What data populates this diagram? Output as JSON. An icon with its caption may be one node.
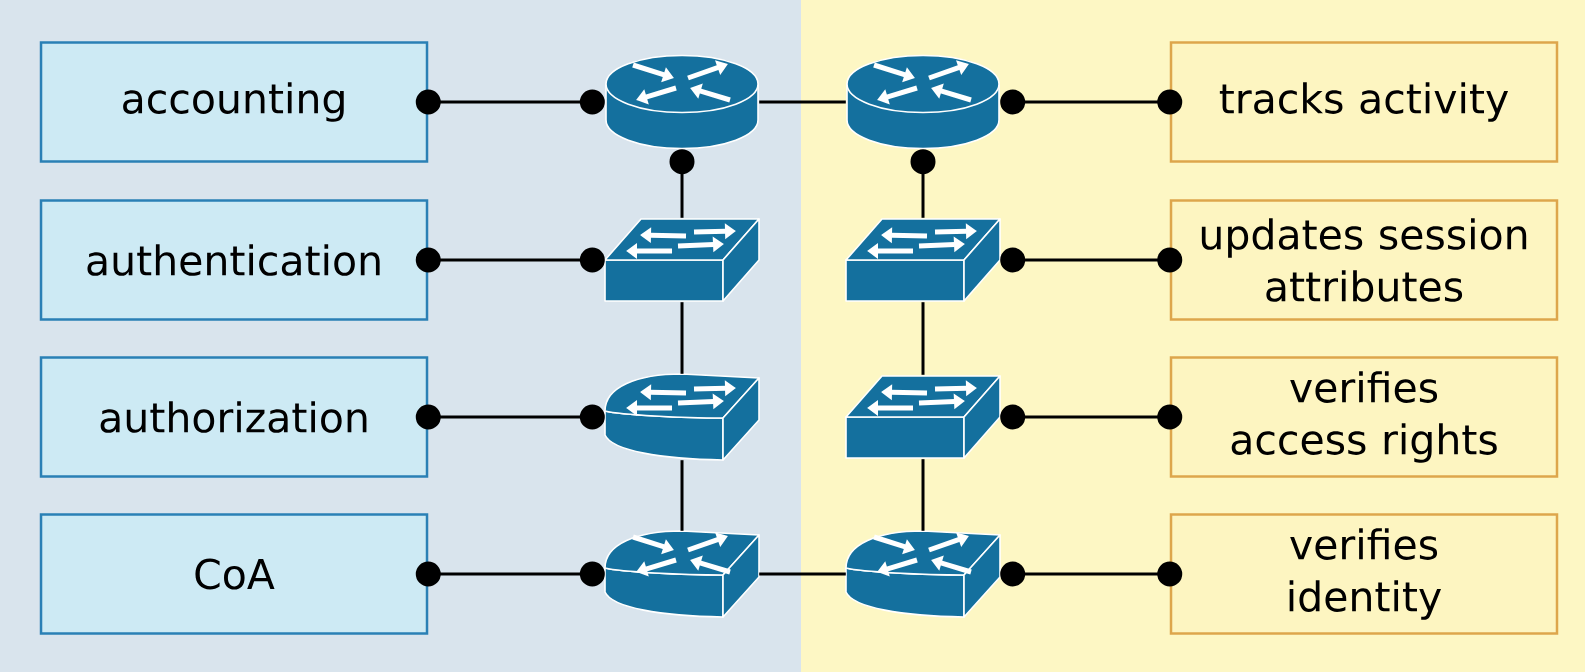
{
  "diagram": {
    "nodes": [
      {
        "text": [
          "accounting"
        ]
      },
      {
        "text": [],
        "shape": "picture"
      },
      {
        "text": [],
        "shape": "picture"
      },
      {
        "text": [
          "tracks activity"
        ]
      },
      {
        "text": [
          "authentication"
        ]
      },
      {
        "text": [],
        "shape": "picture"
      },
      {
        "text": [],
        "shape": "picture"
      },
      {
        "text": [
          "updates session attributes"
        ]
      },
      {
        "text": [
          "authorization"
        ]
      },
      {
        "text": [],
        "shape": "picture"
      },
      {
        "text": [],
        "shape": "picture"
      },
      {
        "text": [
          "verifies access rights"
        ]
      },
      {
        "text": [
          "CoA"
        ]
      },
      {
        "text": [],
        "shape": "picture"
      },
      {
        "text": [],
        "shape": "picture"
      },
      {
        "text": [
          "verifies identity"
        ]
      }
    ],
    "edges": [
      {
        "from": 0,
        "to": 1,
        "arrow": "other"
      },
      {
        "from": 1,
        "to": 2,
        "arrow": "none"
      },
      {
        "from": 2,
        "to": 3,
        "arrow": "other"
      },
      {
        "from": 4,
        "to": 5,
        "arrow": "other"
      },
      {
        "from": 6,
        "to": 7,
        "arrow": "other"
      },
      {
        "from": 8,
        "to": 9,
        "arrow": "other"
      },
      {
        "from": 10,
        "to": 11,
        "arrow": "other"
      },
      {
        "from": 12,
        "to": 13,
        "arrow": "other"
      },
      {
        "from": 13,
        "to": 14,
        "arrow": "none"
      },
      {
        "from": 14,
        "to": 15,
        "arrow": "other"
      },
      {
        "from": 1,
        "to": 5,
        "arrow": "other"
      },
      {
        "from": 5,
        "to": 9,
        "arrow": "none"
      },
      {
        "from": 9,
        "to": 13,
        "arrow": "none"
      },
      {
        "from": 2,
        "to": 6,
        "arrow": "other"
      },
      {
        "from": 6,
        "to": 10,
        "arrow": "none"
      },
      {
        "from": 10,
        "to": 14,
        "arrow": "none"
      }
    ]
  }
}
